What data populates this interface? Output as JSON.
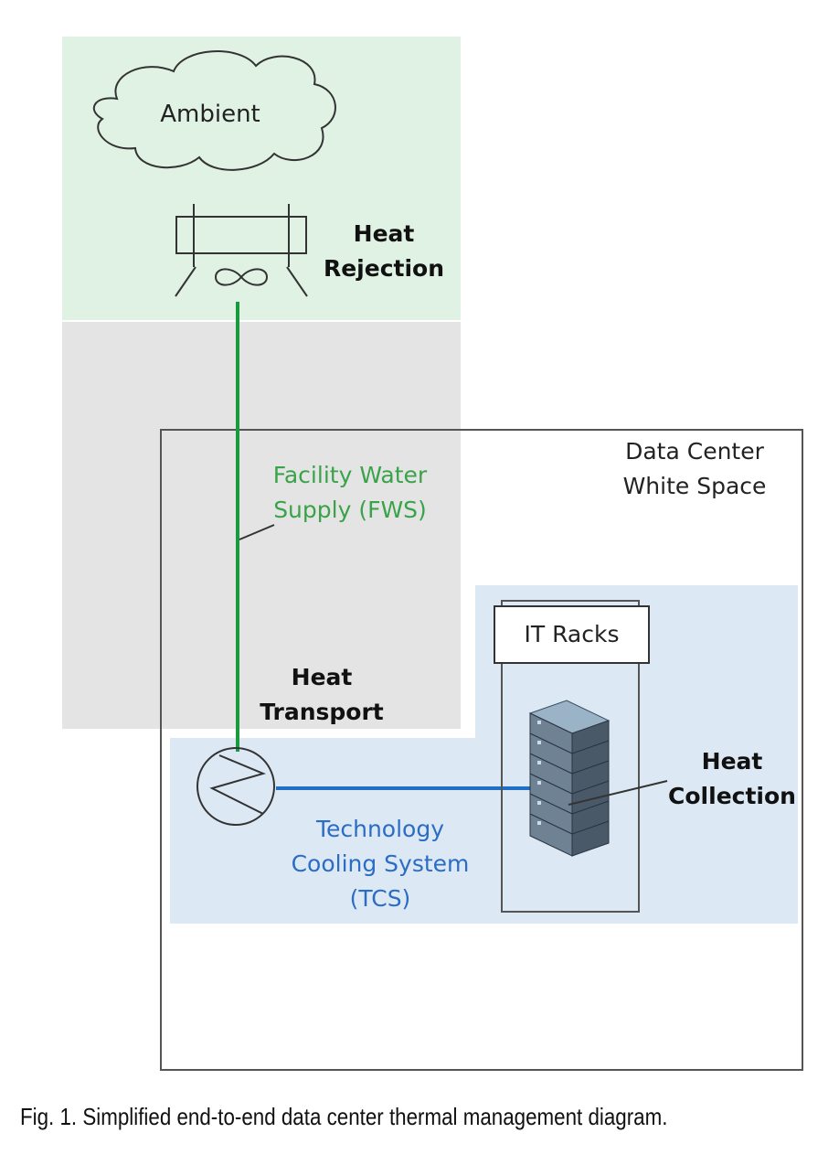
{
  "labels": {
    "ambient": "Ambient",
    "heat_rejection": [
      "Heat",
      "Rejection"
    ],
    "data_center": [
      "Data Center",
      "White Space"
    ],
    "fws": [
      "Facility Water",
      "Supply (FWS)"
    ],
    "it_racks": "IT Racks",
    "heat_transport": [
      "Heat",
      "Transport"
    ],
    "heat_collection": [
      "Heat",
      "Collection"
    ],
    "tcs": [
      "Technology",
      "Cooling System",
      "(TCS)"
    ]
  },
  "caption": "Fig. 1. Simplified end-to-end data center thermal management diagram.",
  "colors": {
    "heat_rejection_zone": "#dff2e3",
    "heat_transport_zone": "#e4e4e4",
    "heat_collection_zone": "#dce9f5",
    "fws_pipe": "#1a9a3e",
    "tcs_pipe": "#1f6fc6",
    "fws_text": "#3aa34a",
    "tcs_text": "#2b6cc4",
    "outline": "#333333"
  }
}
